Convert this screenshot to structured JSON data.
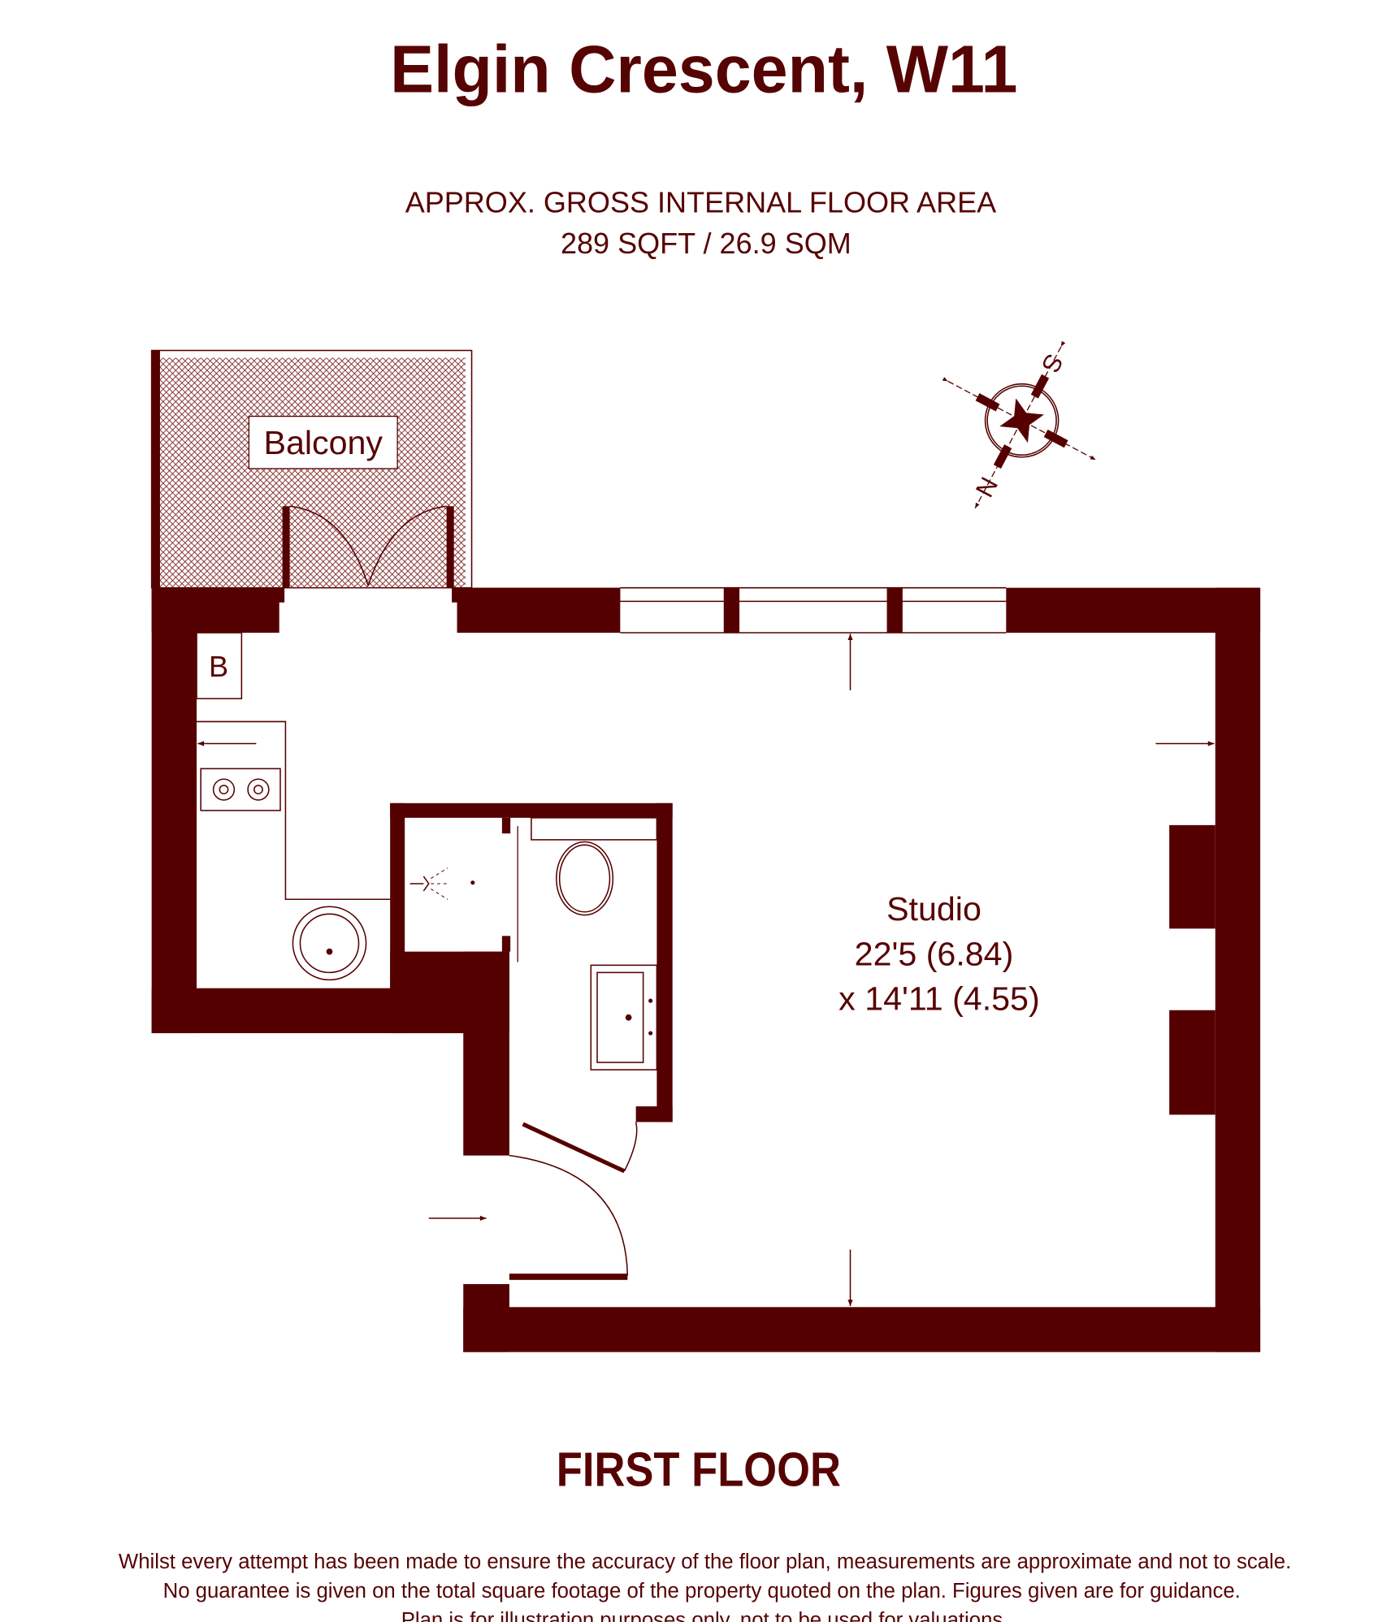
{
  "header": {
    "title": "Elgin Crescent, W11",
    "area_label": "APPROX. GROSS INTERNAL FLOOR AREA",
    "area_value": "289 SQFT / 26.9 SQM"
  },
  "plan": {
    "balcony_label": "Balcony",
    "boiler_label": "B",
    "studio": {
      "name": "Studio",
      "dim1": "22'5 (6.84)",
      "dim2": "x 14'11 (4.55)"
    },
    "compass": {
      "north": "N",
      "south": "S"
    }
  },
  "floor_label": "FIRST FLOOR",
  "disclaimer": [
    "Whilst every attempt has been made to ensure the accuracy of the floor plan, measurements are approximate and not to scale.",
    "No guarantee is given on the total square footage of the property quoted on the plan. Figures given are for guidance.",
    "Plan is for illustration purposes only, not to be used for valuations."
  ],
  "colors": {
    "wall": "#550000",
    "text": "#560303"
  }
}
